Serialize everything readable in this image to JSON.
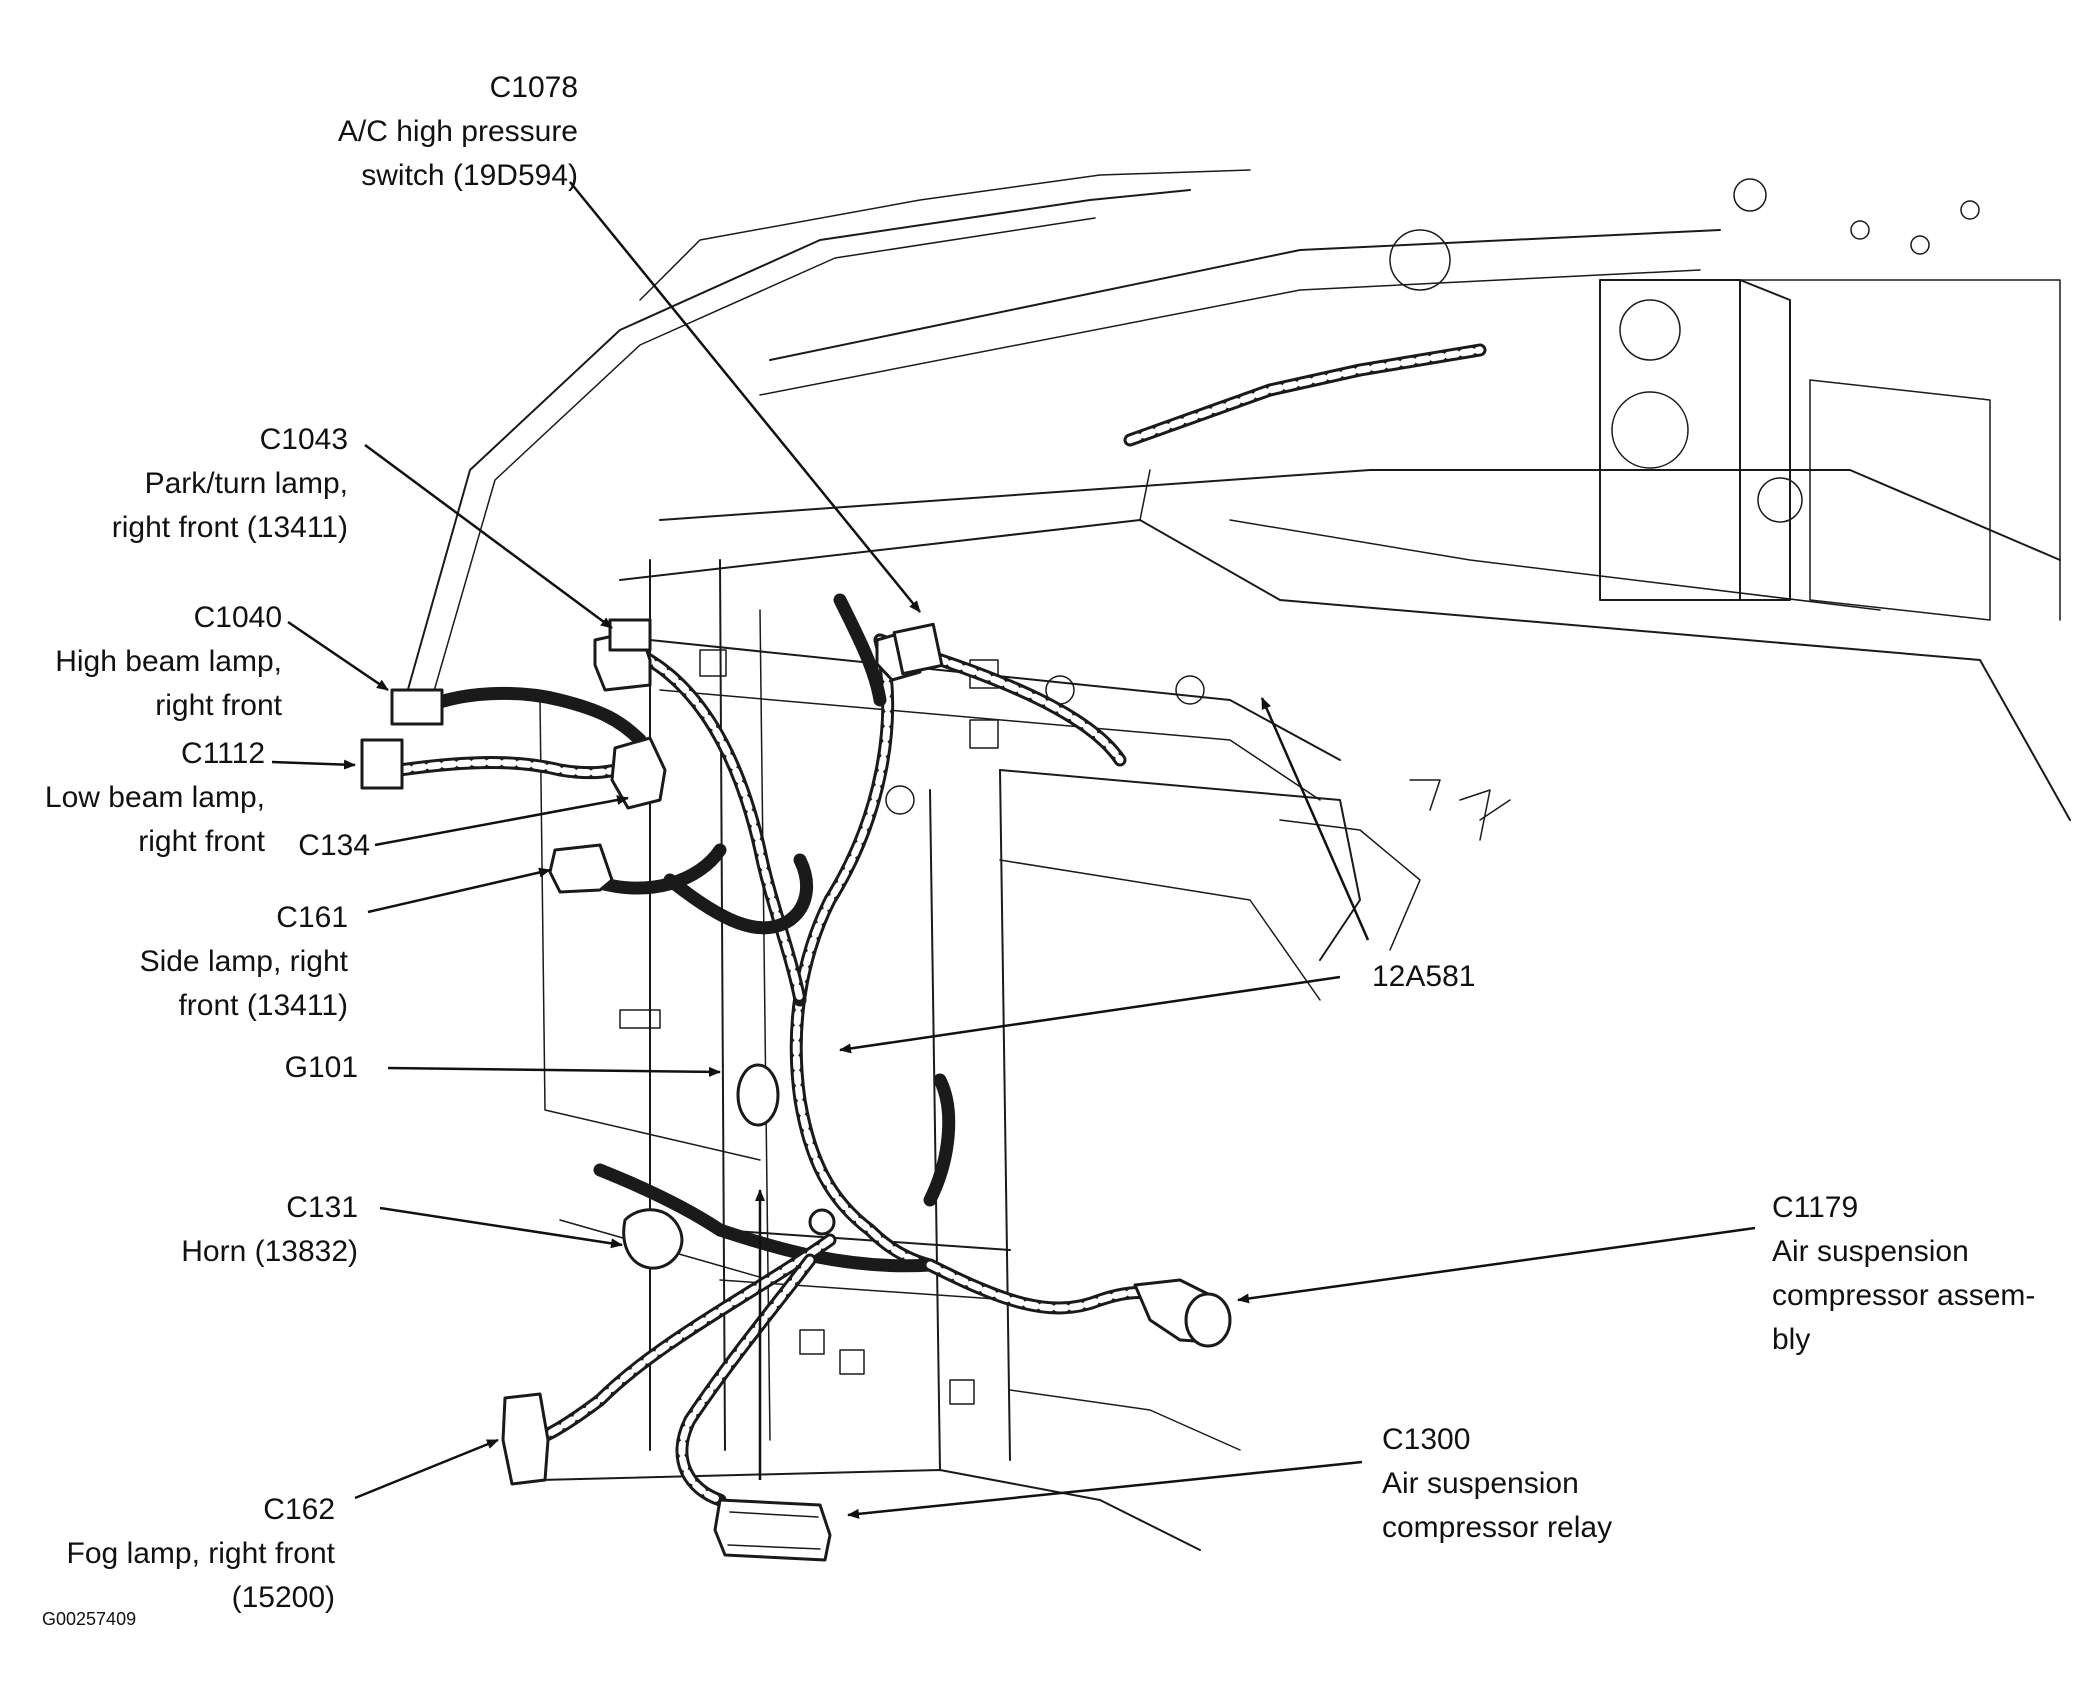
{
  "figure_id": "G00257409",
  "callouts": [
    {
      "id": "c1078",
      "lines": [
        "C1078",
        "A/C high pressure",
        "switch (19D594)"
      ]
    },
    {
      "id": "c1043",
      "lines": [
        "C1043",
        "Park/turn lamp,",
        "right front (13411)"
      ]
    },
    {
      "id": "c1040",
      "lines": [
        "C1040",
        "High beam lamp,",
        "right front"
      ]
    },
    {
      "id": "c1112",
      "lines": [
        "C1112",
        "Low beam lamp,",
        "right front"
      ]
    },
    {
      "id": "c134",
      "lines": [
        "C134"
      ]
    },
    {
      "id": "c161",
      "lines": [
        "C161",
        "Side lamp, right",
        "front (13411)"
      ]
    },
    {
      "id": "g101",
      "lines": [
        "G101"
      ]
    },
    {
      "id": "c131",
      "lines": [
        "C131",
        "Horn (13832)"
      ]
    },
    {
      "id": "c162",
      "lines": [
        "C162",
        "Fog lamp, right front",
        "(15200)"
      ]
    },
    {
      "id": "a12581",
      "lines": [
        "12A581"
      ]
    },
    {
      "id": "c1179",
      "lines": [
        "C1179",
        "Air suspension",
        "compressor assem-",
        "bly"
      ]
    },
    {
      "id": "c1300",
      "lines": [
        "C1300",
        "Air suspension",
        "compressor relay"
      ]
    }
  ]
}
